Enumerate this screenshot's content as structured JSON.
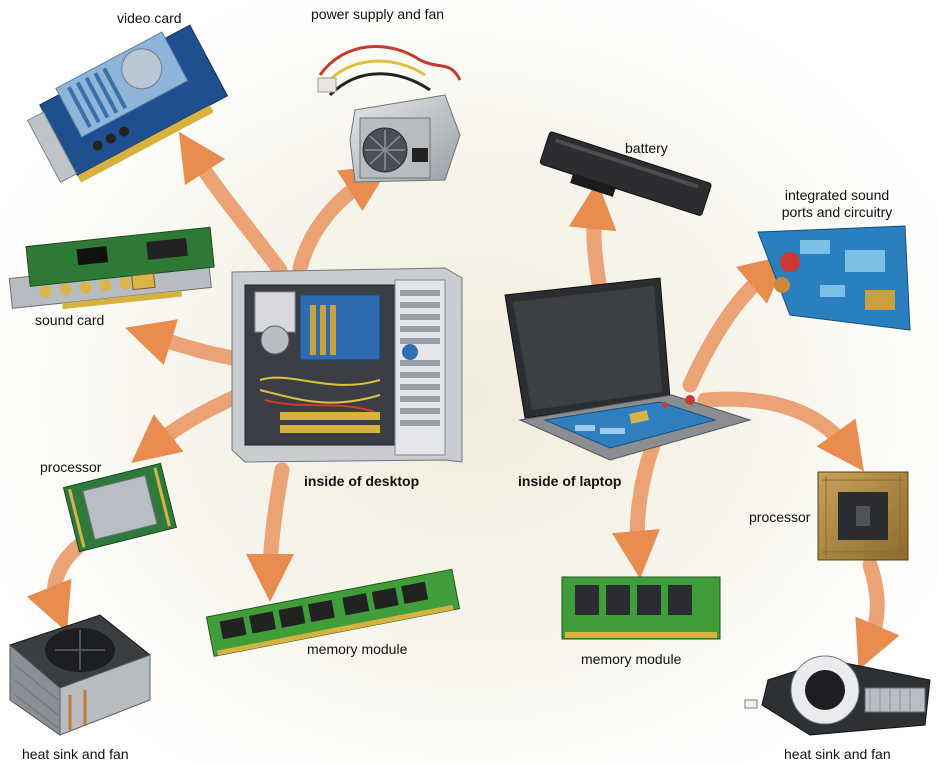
{
  "labels": {
    "video_card": "video card",
    "power_supply": "power supply and fan",
    "battery": "battery",
    "integrated_sound_line1": "integrated sound",
    "integrated_sound_line2": "ports and circuitry",
    "sound_card": "sound card",
    "processor_left": "processor",
    "inside_desktop": "inside of desktop",
    "inside_laptop": "inside of laptop",
    "processor_right": "processor",
    "memory_left": "memory module",
    "memory_right": "memory module",
    "heatsink_left": "heat sink and fan",
    "heatsink_right": "heat sink and fan"
  },
  "colors": {
    "arrow": "#e9935a",
    "pcb_green": "#2f8a3a",
    "pcb_blue": "#2c6fb3",
    "chassis": "#c9ccd1"
  }
}
